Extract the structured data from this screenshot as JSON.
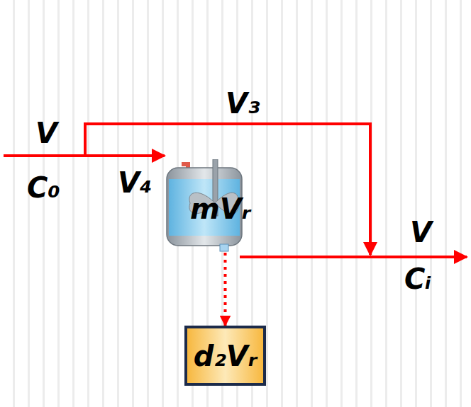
{
  "diagram": {
    "nodes": [
      {
        "text": [
          "mVᵣ"
        ]
      },
      {
        "text": [
          "d₂Vᵣ"
        ]
      }
    ],
    "edges": [
      {
        "from": 0,
        "to": 1,
        "arrow": "to"
      }
    ],
    "labels": [
      "V",
      "C₀",
      "V₃",
      "V₄",
      "V",
      "Cᵢ"
    ]
  }
}
